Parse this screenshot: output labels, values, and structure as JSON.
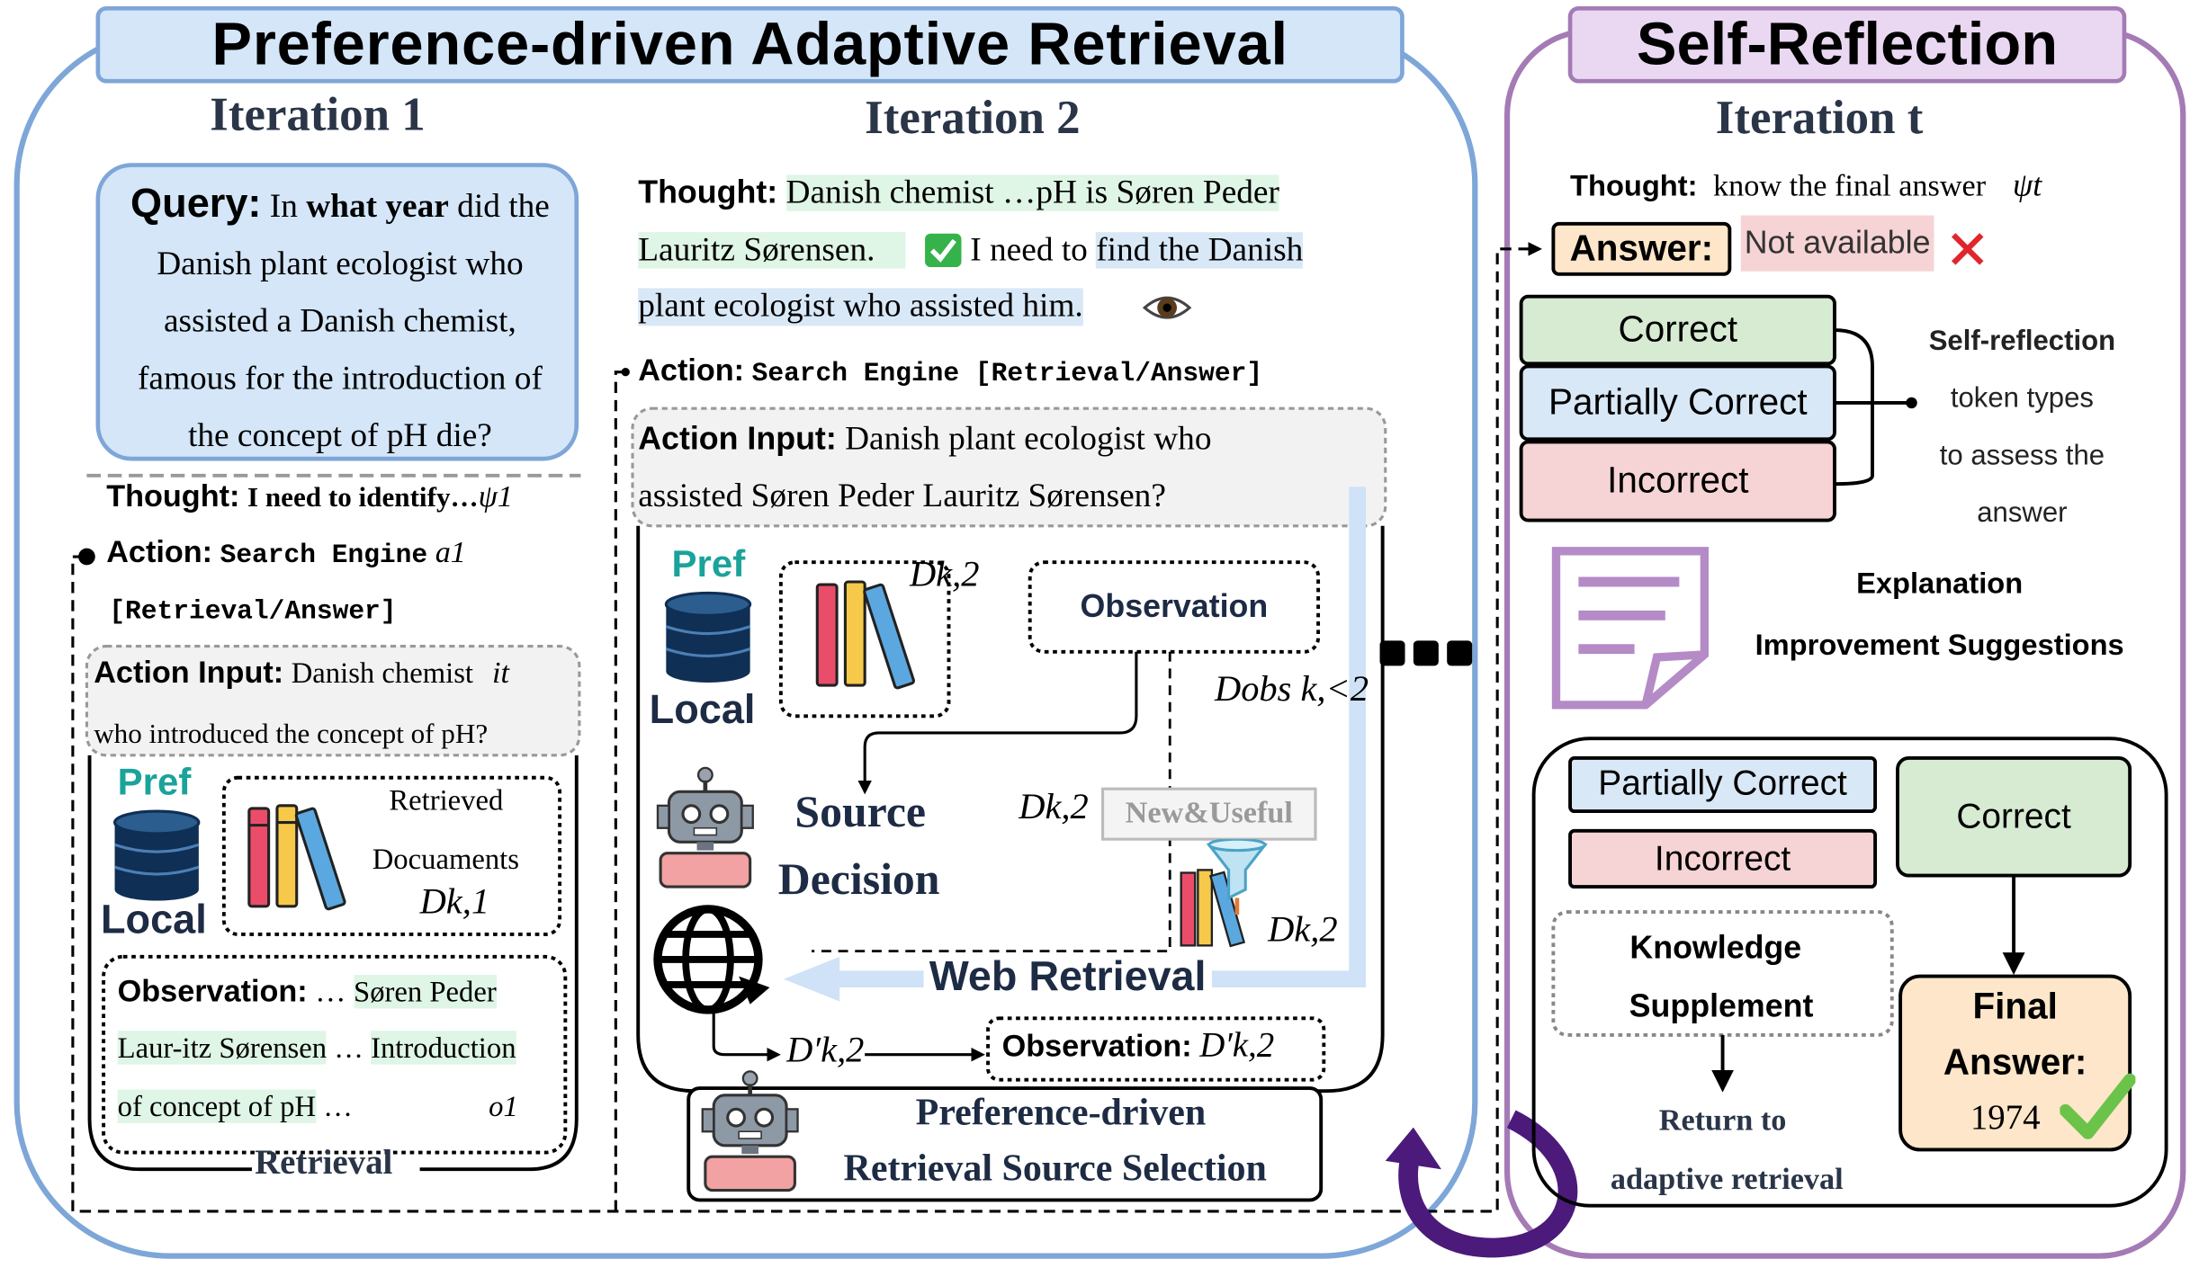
{
  "colors": {
    "retrieval_border": "#7ea6d8",
    "reflection_border": "#a47bb5",
    "query_fill": "#d4e6f8",
    "green_fill": "#d6ebd2",
    "blue_fill": "#d9e8f7",
    "pink_fill": "#f6d3d4",
    "orange_fill": "#fde6c9",
    "pref_teal": "#1aa39a",
    "db_navy": "#0f2f55",
    "check_green": "#6bc34a",
    "cross_red": "#e0262b",
    "loop_purple": "#4b1a7a"
  },
  "titles": {
    "retrieval": "Preference-driven Adaptive Retrieval",
    "reflection": "Self-Reflection"
  },
  "iter1": {
    "heading": "Iteration 1",
    "query_label": "Query:",
    "query_in": "In",
    "query_bold": "what year",
    "query_line1_end": "did the",
    "query_line2": "Danish plant ecologist who",
    "query_line3": "assisted a Danish chemist,",
    "query_line4": "famous for the introduction of",
    "query_line5": "the concept of pH die?",
    "thought_label": "Thought:",
    "thought_text": "I need to identify…",
    "thought_sym": "ψ1",
    "action_label": "Action:",
    "action_text": "Search Engine",
    "action_sym": "a1",
    "action_line2": "[Retrieval/Answer]",
    "input_label": "Action Input:",
    "input_text": "Danish chemist",
    "input_sym": "it",
    "input_line2": "who introduced the concept of pH?",
    "pref": "Pref",
    "local": "Local",
    "retrieved_line1": "Retrieved",
    "retrieved_line2": "Docuaments",
    "retrieved_sym": "Dk,1",
    "obs_label": "Observation:",
    "obs_dots": "…",
    "obs_part1": "Søren Peder",
    "obs_part2": "Laur-itz Sørensen",
    "obs_dots2": "…",
    "obs_part3": "Introduction",
    "obs_part4": "of concept of pH",
    "obs_dots3": "…",
    "obs_sym": "o1",
    "retrieval_label": "Retrieval"
  },
  "iter2": {
    "heading": "Iteration 2",
    "thought_label": "Thought:",
    "thought_part1": "Danish chemist …pH is Søren Peder",
    "thought_part2": "Lauritz Sørensen.",
    "thought_mid": "I need to",
    "thought_part3": "find the Danish",
    "thought_part4": "plant ecologist who assisted him.",
    "action_label": "Action:",
    "action_text": "Search Engine [Retrieval/Answer]",
    "input_label": "Action Input:",
    "input_line1": "Danish plant ecologist who",
    "input_line2": "assisted Søren Peder Lauritz Sørensen?",
    "pref": "Pref",
    "local": "Local",
    "dk2_top": "Dk,2",
    "observation": "Observation",
    "dobs": "Dobs k,<2",
    "source_line1": "Source",
    "source_line2": "Decision",
    "dk2_mid": "Dk,2",
    "new_useful": "New&Useful",
    "dk2_right": "Dk,2",
    "web_retrieval": "Web Retrieval",
    "dprime": "D′k,2",
    "obs_bottom_label": "Observation:",
    "obs_bottom_sym": "D′k,2",
    "pref_sel_line1": "Preference-driven",
    "pref_sel_line2": "Retrieval Source Selection"
  },
  "iter_t": {
    "heading": "Iteration t",
    "thought_label": "Thought:",
    "thought_text": "know the final answer",
    "thought_sym": "ψt",
    "answer_label": "Answer:",
    "answer_value": "Not available",
    "tokens": [
      "Correct",
      "Partially Correct",
      "Incorrect"
    ],
    "token_desc": [
      "Self-reflection",
      "token types",
      "to assess the",
      "answer"
    ],
    "explanation": "Explanation",
    "improvement": "Improvement Suggestions",
    "bottom_partial": "Partially Correct",
    "bottom_incorrect": "Incorrect",
    "bottom_correct": "Correct",
    "knowledge_line1": "Knowledge",
    "knowledge_line2": "Supplement",
    "return_line1": "Return to",
    "return_line2": "adaptive retrieval",
    "final_line1": "Final",
    "final_line2": "Answer:",
    "final_value": "1974"
  },
  "icons": [
    "database-icon",
    "books-icon",
    "robot-icon",
    "globe-icon",
    "funnel-icon",
    "document-icon",
    "check-icon",
    "cross-icon",
    "eye-icon",
    "loop-arrow-icon"
  ]
}
